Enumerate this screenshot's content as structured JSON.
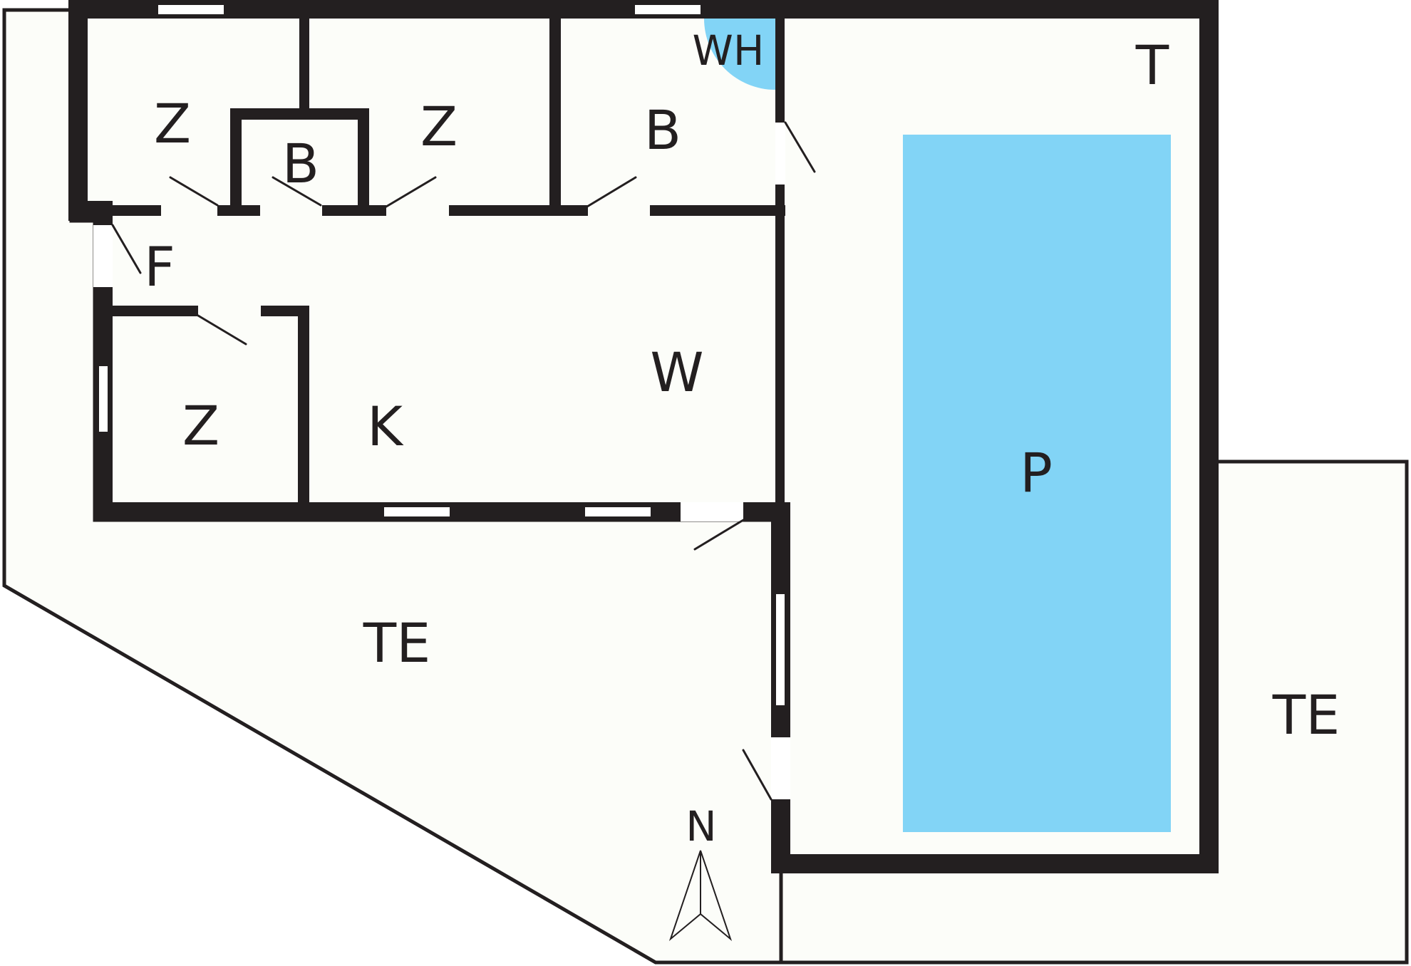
{
  "colors": {
    "wall": "#231f20",
    "floor": "#fcfdf9",
    "water": "#82d4f6",
    "window": "#ffffff"
  },
  "labels": {
    "room_z1": "Z",
    "room_b1": "B",
    "room_z2": "Z",
    "room_b2": "B",
    "wh": "WH",
    "t": "T",
    "f": "F",
    "w": "W",
    "z3": "Z",
    "k": "K",
    "p": "P",
    "te1": "TE",
    "te2": "TE",
    "north": "N"
  }
}
